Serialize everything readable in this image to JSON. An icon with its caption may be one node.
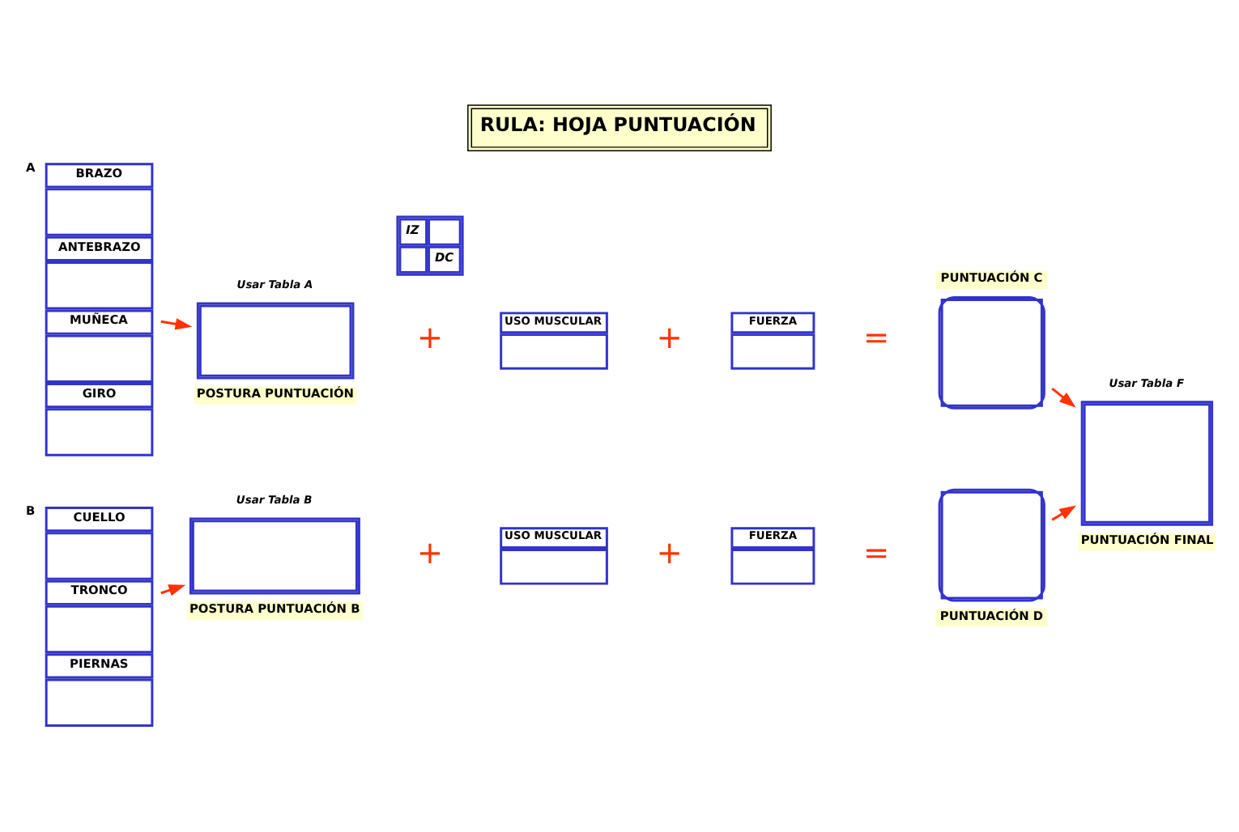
{
  "diagram": {
    "title": "RULA: HOJA PUNTUACIÓN",
    "nodes": [
      {
        "text": [
          "BRAZO",
          "ANTEBRAZO",
          "MUÑECA",
          "GIRO"
        ],
        "beside": [
          "A"
        ]
      },
      {
        "text": [],
        "shape": "box",
        "beside": [
          "Usar Tabla A",
          "POSTURA PUNTUACIÓN"
        ]
      },
      {
        "text": [
          "USO MUSCULAR"
        ]
      },
      {
        "text": [
          "FUERZA"
        ]
      },
      {
        "text": [],
        "shape": "box",
        "beside": [
          "PUNTUACIÓN C"
        ]
      },
      {
        "text": [
          "IZ",
          "DC"
        ]
      },
      {
        "text": [
          "CUELLO",
          "TRONCO",
          "PIERNAS"
        ],
        "beside": [
          "B"
        ]
      },
      {
        "text": [],
        "shape": "box",
        "beside": [
          "Usar Tabla B",
          "POSTURA PUNTUACIÓN B"
        ]
      },
      {
        "text": [
          "USO MUSCULAR"
        ]
      },
      {
        "text": [
          "FUERZA"
        ]
      },
      {
        "text": [],
        "shape": "box",
        "beside": [
          "PUNTUACIÓN D"
        ]
      },
      {
        "text": [],
        "shape": "box",
        "beside": [
          "Usar Tabla F",
          "PUNTUACIÓN FINAL"
        ]
      }
    ],
    "edges": [
      {
        "from": 0,
        "to": 1,
        "arrow": "to"
      },
      {
        "from": 6,
        "to": 7,
        "arrow": "to"
      },
      {
        "from": 4,
        "to": 11,
        "arrow": "to"
      },
      {
        "from": 10,
        "to": 11,
        "arrow": "to"
      }
    ],
    "labels": [
      "+",
      "+",
      "=",
      "+",
      "+",
      "="
    ]
  }
}
